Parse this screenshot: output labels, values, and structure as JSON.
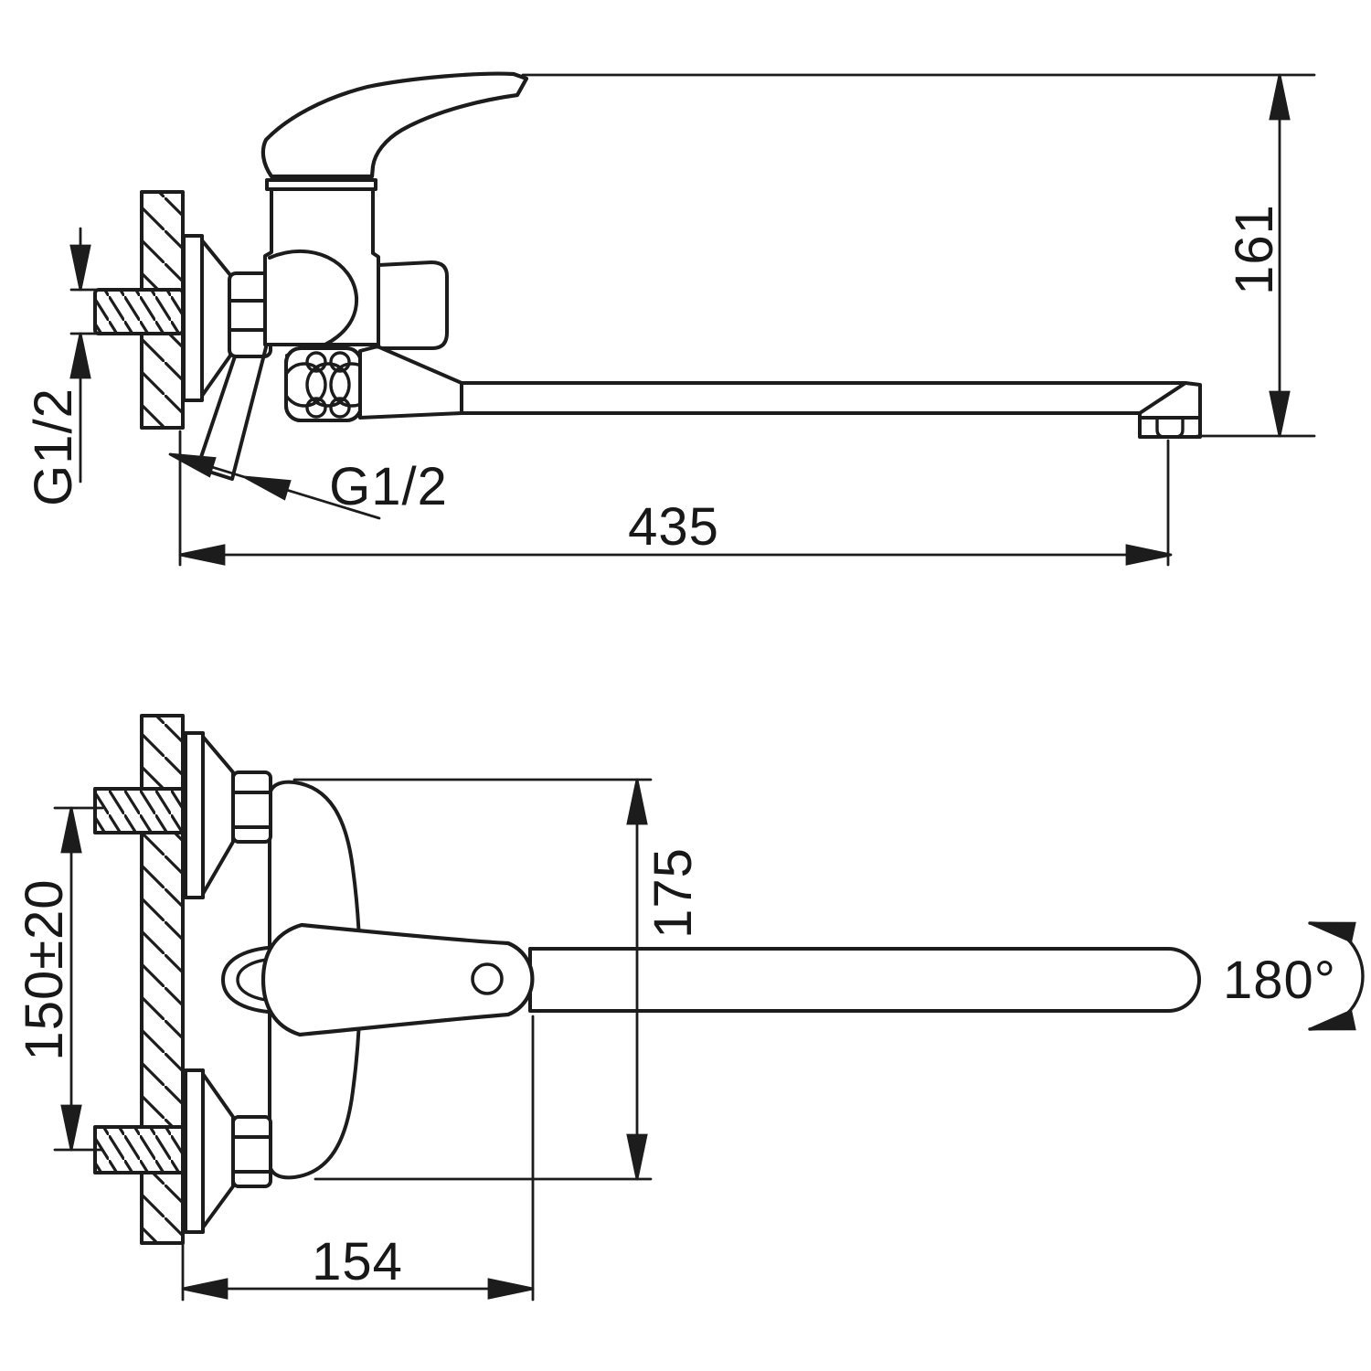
{
  "drawing": {
    "background": "#ffffff",
    "line_color": "#1c1c1c",
    "side_view_labels": {
      "supply_thread": "G1/2",
      "shower_thread": "G1/2",
      "spout_reach": "435",
      "overall_height": "161"
    },
    "plan_view_labels": {
      "inlet_spacing": "150±20",
      "body_span": "175",
      "wall_to_handle": "154",
      "swivel_angle": "180°"
    }
  }
}
